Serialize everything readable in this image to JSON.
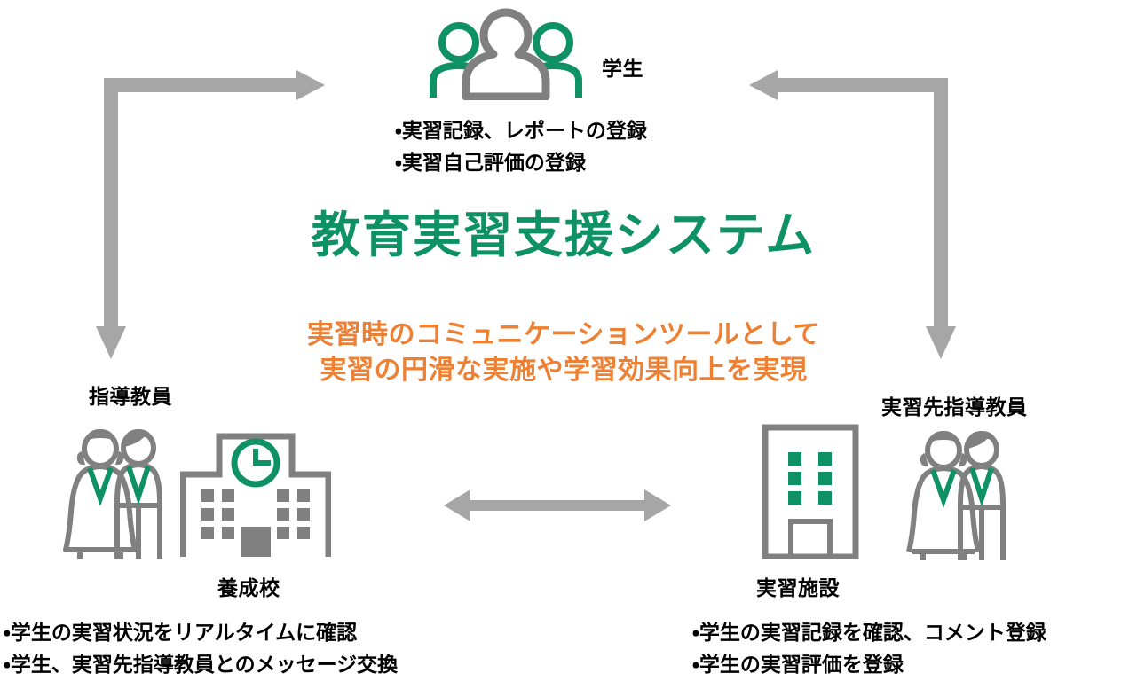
{
  "title": {
    "main": "教育実習支援システム",
    "sub_line1": "実習時のコミュニケーションツールとして",
    "sub_line2": "実習の円滑な実施や学習効果向上を実現"
  },
  "colors": {
    "green": "#0f9166",
    "orange": "#ee8033",
    "gray_icon": "#808080",
    "gray_arrow": "#a6a6a6",
    "text": "#000000",
    "background": "#ffffff"
  },
  "nodes": {
    "student": {
      "label": "学生",
      "icon": "three-people-icon",
      "bullets": [
        "・実習記録、レポートの登録",
        "・実習自己評価の登録"
      ]
    },
    "teacher": {
      "label": "指導教員",
      "icon": "two-people-icon"
    },
    "school": {
      "label": "養成校",
      "icon": "school-building-clock-icon",
      "bullets": [
        "・学生の実習状況をリアルタイムに確認",
        "・学生、実習先指導教員とのメッセージ交換"
      ]
    },
    "site_teacher": {
      "label": "実習先指導教員",
      "icon": "two-people-icon"
    },
    "facility": {
      "label": "実習施設",
      "icon": "facility-building-icon",
      "bullets": [
        "・学生の実習記録を確認、コメント登録",
        "・学生の実習評価を登録"
      ]
    }
  },
  "arrows": [
    {
      "name": "school-to-student-arrow",
      "kind": "elbow-double",
      "direction": "up-then-right"
    },
    {
      "name": "student-to-facility-arrow",
      "kind": "elbow-double",
      "direction": "left-then-down"
    },
    {
      "name": "school-facility-arrow",
      "kind": "bidirectional-horizontal",
      "direction": "both"
    }
  ]
}
